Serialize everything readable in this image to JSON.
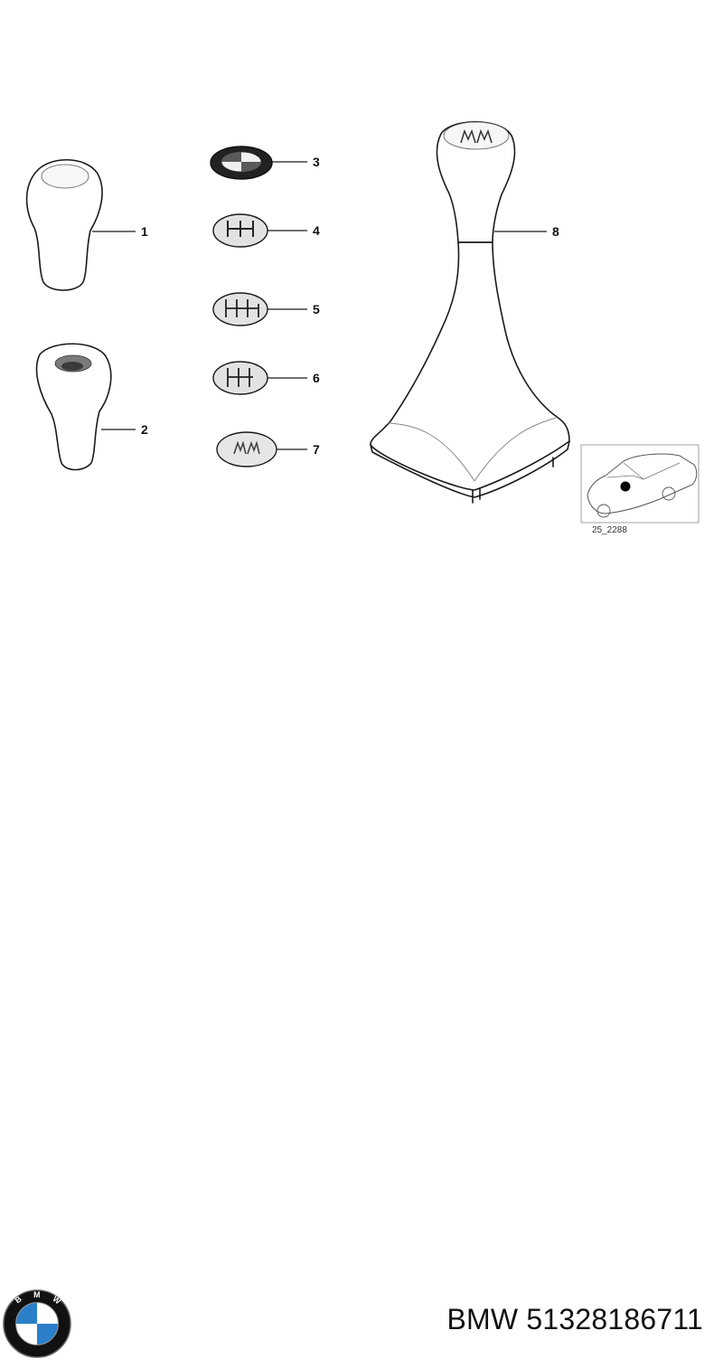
{
  "diagram": {
    "callouts": [
      "1",
      "2",
      "3",
      "4",
      "5",
      "6",
      "7",
      "8"
    ],
    "reference_code": "25_2288",
    "cap_badge_text": "M"
  },
  "footer": {
    "brand": "BMW",
    "part_number": "51328186711",
    "logo_icon": "bmw-roundel-icon",
    "logo_letters": "BMW"
  },
  "colors": {
    "line": "#1a1a1a",
    "shade": "#d8d8d8",
    "logo_blue": "#2a7fc8",
    "logo_ring": "#111111"
  }
}
